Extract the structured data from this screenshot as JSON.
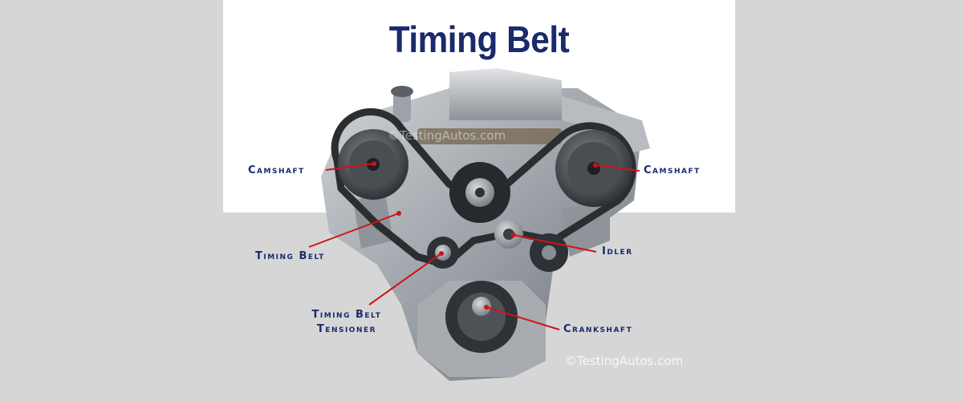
{
  "title": "Timing Belt",
  "labels": {
    "camshaft_left": "Camshaft",
    "camshaft_right": "Camshaft",
    "timing_belt": "Timing Belt",
    "idler": "Idler",
    "tensioner_line1": "Timing Belt",
    "tensioner_line2": "Tensioner",
    "crankshaft": "Crankshaft"
  },
  "watermarks": {
    "top": "©TestingAutos.com",
    "bottom": "©TestingAutos.com"
  },
  "colors": {
    "title": "#1a2a6c",
    "label": "#1a2a6c",
    "leader": "#d01414",
    "background": "#d6d6d6",
    "panel": "#ffffff"
  }
}
